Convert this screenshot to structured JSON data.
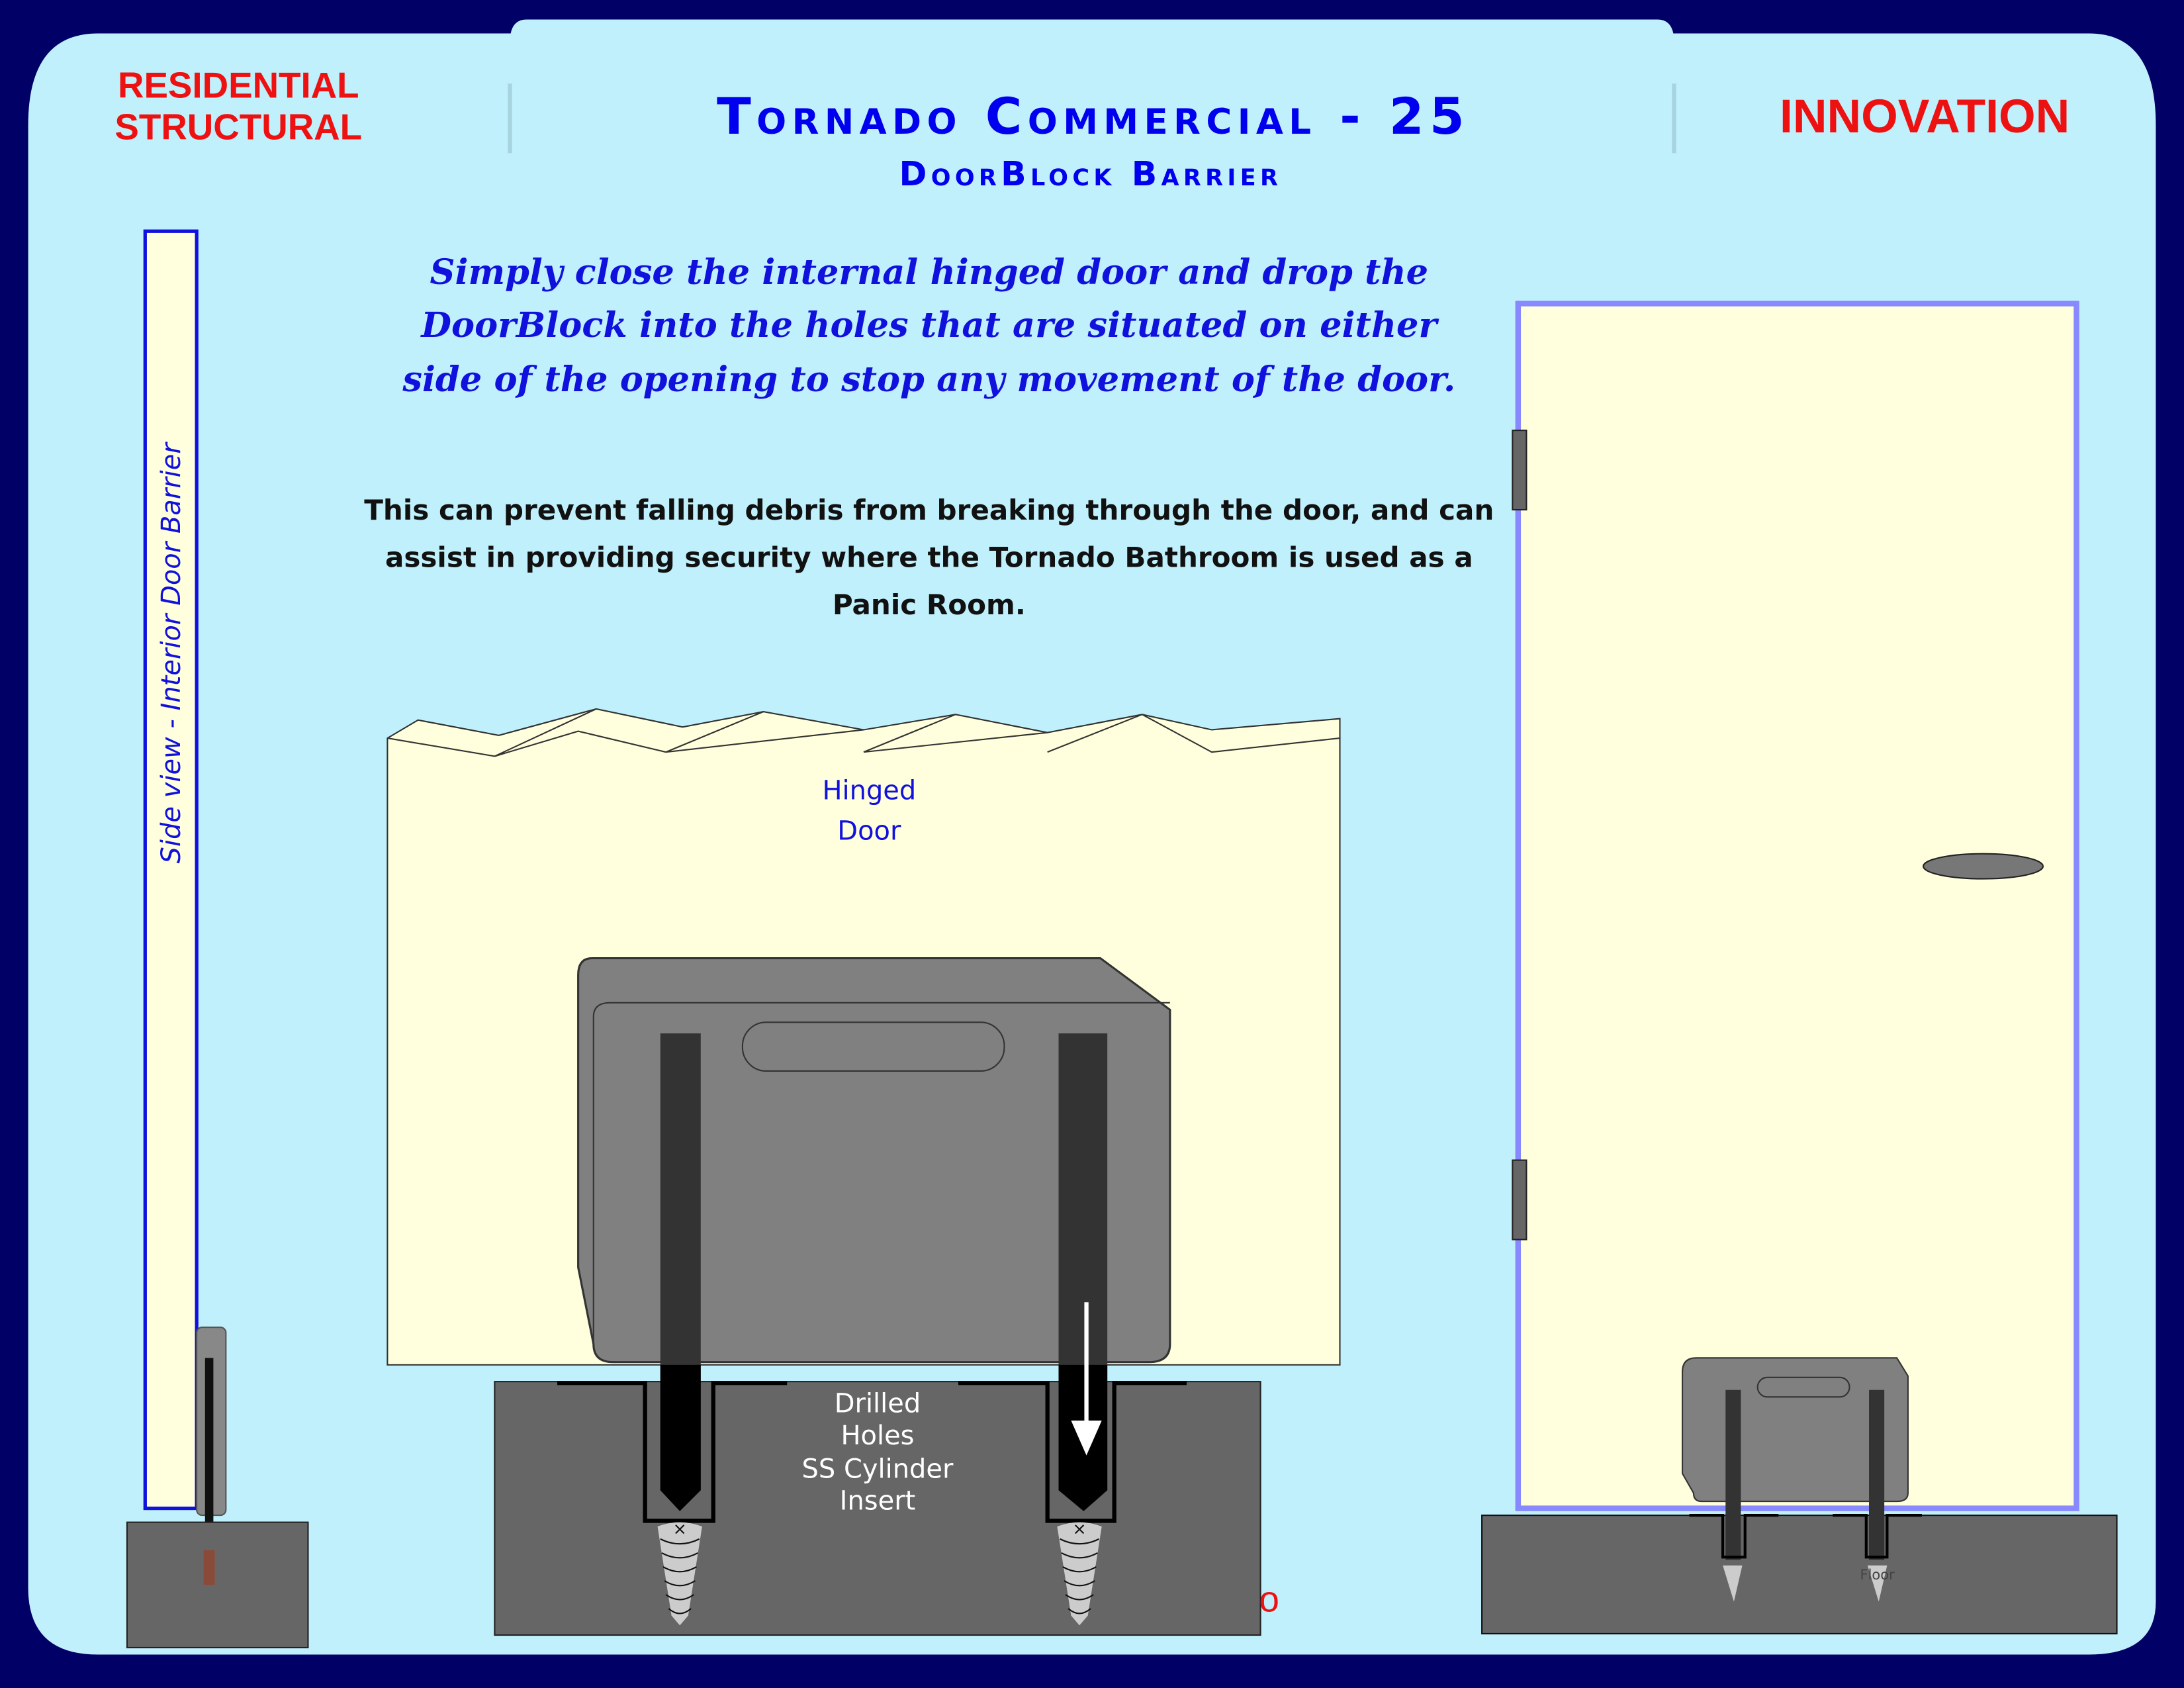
{
  "header": {
    "left_line1": "RESIDENTIAL",
    "left_line2": "STRUCTURAL",
    "title": "Tornado Commercial - 25",
    "subtitle": "DoorBlock Barrier",
    "right": "INNOVATION"
  },
  "intro": [
    "Simply close the internal hinged door and drop the",
    "DoorBlock into the holes that are situated on either",
    "side of the opening to stop any movement of the door."
  ],
  "description": [
    "This can prevent falling debris from breaking through the door, and can",
    "assist in providing security where the Tornado Bathroom is used as a",
    "Panic Room."
  ],
  "side_view_label": "Side view - Interior Door Barrier",
  "door_label": [
    "Hinged",
    "Door"
  ],
  "holes_label": [
    "Drilled",
    "Holes",
    "SS Cylinder",
    "Insert"
  ],
  "floor_label": "Floor",
  "partial_red_text": "o",
  "colors": {
    "background": "#000066",
    "panel": "#c0f0fc",
    "door": "#ffffdd",
    "block": "#808080",
    "floor": "#666666",
    "title": "#0000ee",
    "accent_red": "#ee1111",
    "door_frame": "#8888ff"
  }
}
